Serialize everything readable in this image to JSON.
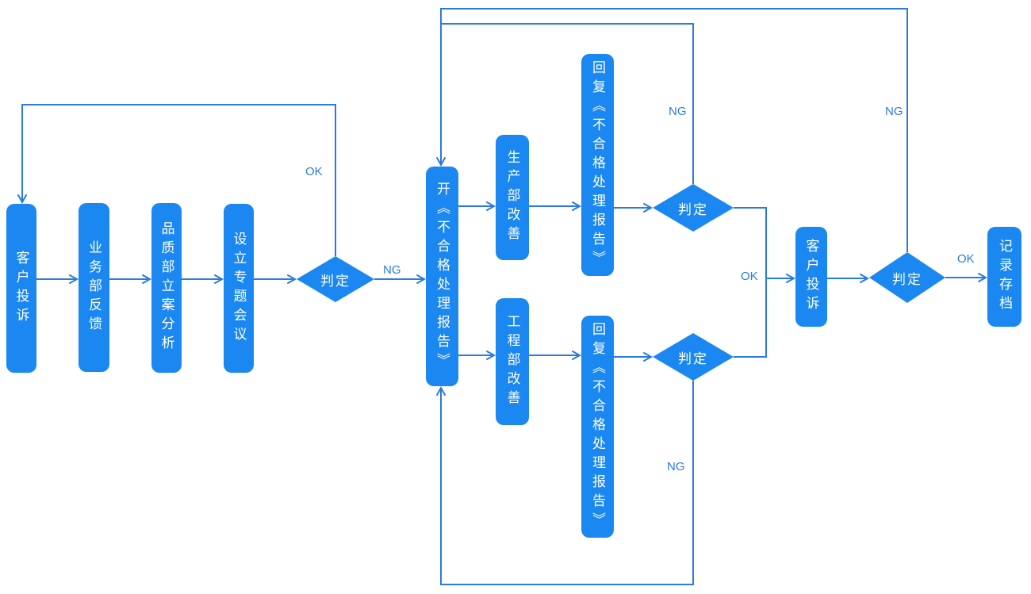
{
  "colors": {
    "node_fill": "#1b87f0",
    "line": "#2b7ade",
    "node_text": "#ffffff",
    "background": "#ffffff"
  },
  "nodes": {
    "customer_complaint_start": {
      "label": "客户投诉"
    },
    "business_dept_feedback": {
      "label": "业务部反馈"
    },
    "quality_dept_case_analysis": {
      "label": "品质部立案分析"
    },
    "setup_special_meeting": {
      "label": "设立专题会议"
    },
    "decision_initial": {
      "label": "判定"
    },
    "open_nonconforming_report": {
      "label": "开《不合格处理报告》"
    },
    "production_dept_improvement": {
      "label": "生产部改善"
    },
    "reply_nonconforming_report_top": {
      "label": "回复《不合格处理报告》"
    },
    "decision_production": {
      "label": "判定"
    },
    "engineering_dept_improvement": {
      "label": "工程部改善"
    },
    "reply_nonconforming_report_bottom": {
      "label": "回复《不合格处理报告》"
    },
    "decision_engineering": {
      "label": "判定"
    },
    "customer_complaint_confirm": {
      "label": "客户投诉"
    },
    "decision_final": {
      "label": "判定"
    },
    "record_archive": {
      "label": "记录存档"
    }
  },
  "edge_labels": {
    "ok_initial_loop": "OK",
    "ng_initial": "NG",
    "ng_production": "NG",
    "ng_engineering": "NG",
    "ok_merge": "OK",
    "ng_final": "NG",
    "ok_final": "OK"
  }
}
